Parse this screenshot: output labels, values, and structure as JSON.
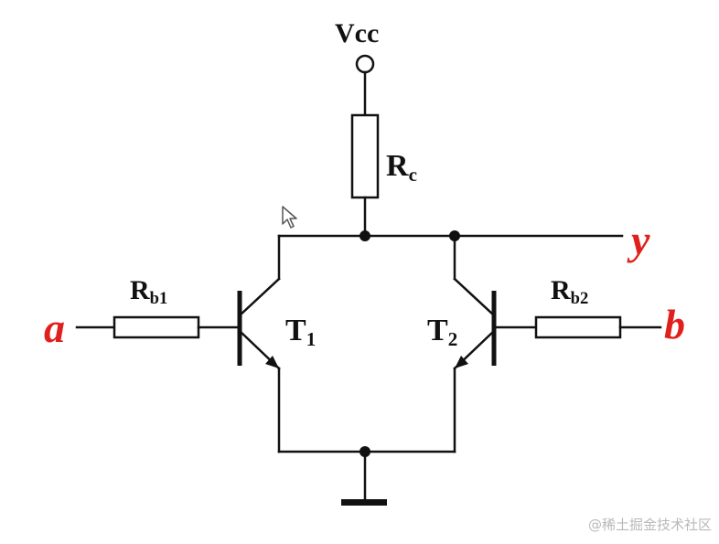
{
  "labels": {
    "vcc": "Vcc",
    "rc": "R",
    "rc_sub": "c",
    "rb1": "R",
    "rb1_sub": "b1",
    "rb2": "R",
    "rb2_sub": "b2",
    "t1": "T",
    "t1_sub": "1",
    "t2": "T",
    "t2_sub": "2"
  },
  "terminals": {
    "a": "a",
    "b": "b",
    "y": "y"
  },
  "colors": {
    "wire": "#111111",
    "terminal": "#e0201c"
  },
  "watermark": "@稀土掘金技术社区",
  "icons": {
    "cursor": "mouse-pointer-icon"
  }
}
